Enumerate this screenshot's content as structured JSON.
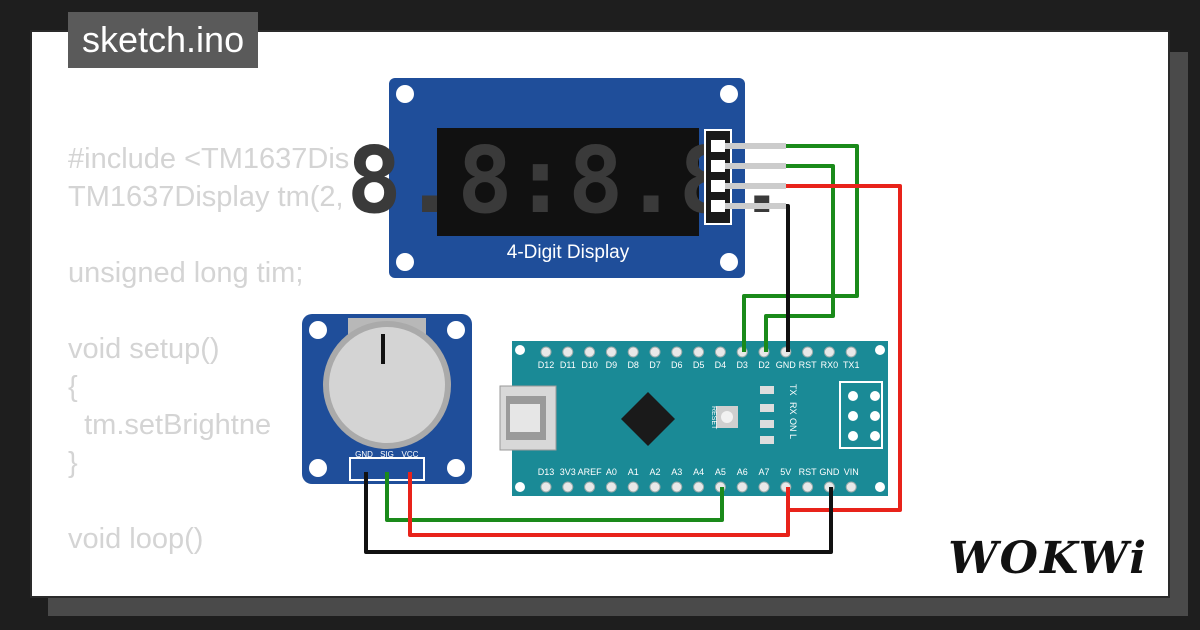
{
  "tab": {
    "filename": "sketch.ino"
  },
  "code": {
    "lines": [
      "#include <TM1637Dis",
      "TM1637Display tm(2,",
      "",
      "unsigned long tim;",
      "",
      "void setup()",
      "{",
      "  tm.setBrightne",
      "}",
      "",
      "void loop()"
    ]
  },
  "display": {
    "label": "4-Digit Display",
    "digits_shown": "8.8:8.8."
  },
  "potentiometer": {
    "pins": [
      "GND",
      "SIG",
      "VCC"
    ]
  },
  "board": {
    "top_pins": [
      "D12",
      "D11",
      "D10",
      "D9",
      "D8",
      "D7",
      "D6",
      "D5",
      "D4",
      "D3",
      "D2",
      "GND",
      "RST",
      "RX0",
      "TX1"
    ],
    "bottom_pins": [
      "D13",
      "3V3",
      "AREF",
      "A0",
      "A1",
      "A2",
      "A3",
      "A4",
      "A5",
      "A6",
      "A7",
      "5V",
      "RST",
      "GND",
      "VIN"
    ],
    "reset_label": "RESET",
    "leds": [
      "TX",
      "RX",
      "ON",
      "L"
    ]
  },
  "wire_colors": {
    "green": "#1a8a1a",
    "red": "#e8231a",
    "black": "#111111",
    "gray": "#cccccc"
  },
  "brand": {
    "name": "WOKWi"
  }
}
